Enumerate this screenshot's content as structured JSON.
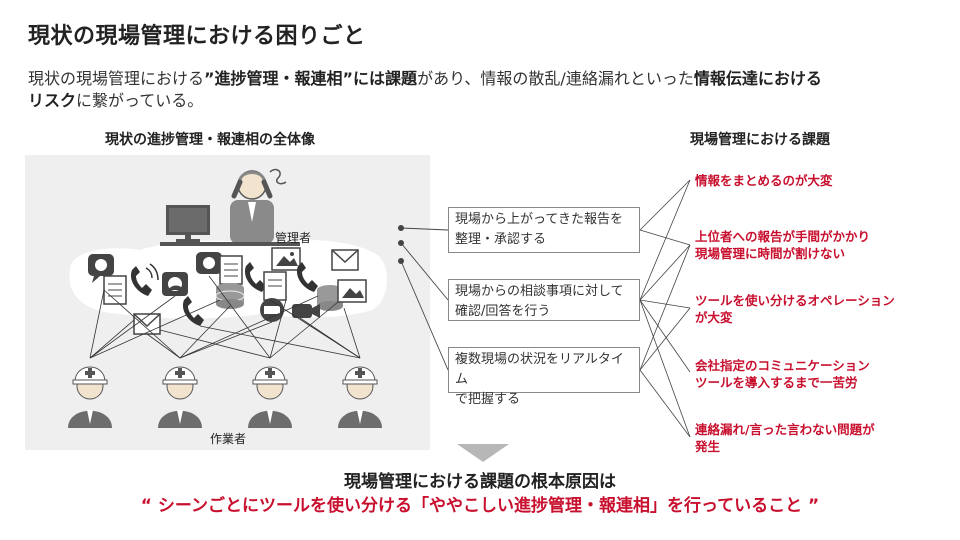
{
  "title": "現状の現場管理における困りごと",
  "lead": {
    "part1": "現状の現場管理における",
    "bold1": "”進捗管理・報連相”には課題",
    "part2": "があり、情報の散乱/連絡漏れといった",
    "bold2": "情報伝達における",
    "bold3": "リスク",
    "part3": "に繋がっている。"
  },
  "left_heading": "現状の進捗管理・報連相の全体像",
  "right_heading": "現場管理における課題",
  "labels": {
    "manager": "管理者",
    "workers": "作業者"
  },
  "tasks": [
    {
      "line1": "現場から上がってきた報告を",
      "line2": "整理・承認する"
    },
    {
      "line1": "現場からの相談事項に対して",
      "line2": "確認/回答を行う"
    },
    {
      "line1": "複数現場の状況をリアルタイム",
      "line2": "で把握する"
    }
  ],
  "issues": [
    {
      "line1": "情報をまとめるのが大変",
      "line2": ""
    },
    {
      "line1": "上位者への報告が手間がかかり",
      "line2": "現場管理に時間が割けない"
    },
    {
      "line1": "ツールを使い分けるオペレーション",
      "line2": "が大変"
    },
    {
      "line1": "会社指定のコミュニケーション",
      "line2": "ツールを導入するまで一苦労"
    },
    {
      "line1": "連絡漏れ/言った言わない問題が",
      "line2": "発生"
    }
  ],
  "root": {
    "title": "現場管理における課題の根本原因は",
    "cause": "“ シーンごとにツールを使い分ける「ややこしい進捗管理・報連相」を行っていること ”"
  },
  "colors": {
    "accent": "#c8102e",
    "panel": "#efefef",
    "icon": "#333333"
  },
  "icons": [
    "chat-bubble-icon",
    "document-icon",
    "phone-icon",
    "database-icon",
    "image-icon",
    "mail-icon",
    "video-camera-icon",
    "worker-helmet-icon",
    "confused-manager-icon",
    "monitor-icon"
  ]
}
